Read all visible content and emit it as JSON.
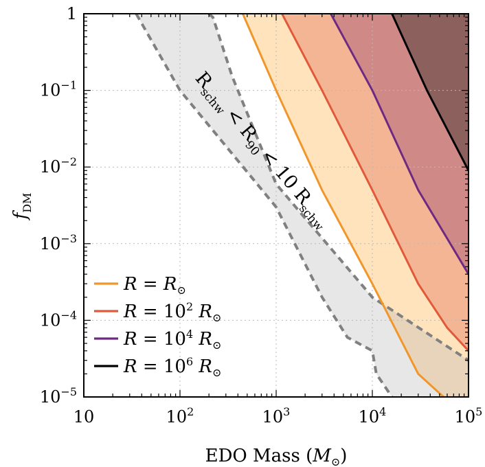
{
  "chart_data": {
    "type": "area",
    "xlabel": "EDO Mass (M⊙)",
    "xlabel_main": "EDO Mass",
    "xlabel_unit": "M",
    "ylabel": "f_DM",
    "ylabel_main": "f",
    "ylabel_sub": "DM",
    "xscale": "log",
    "yscale": "log",
    "xlim": [
      10,
      100000
    ],
    "ylim": [
      1e-05,
      1
    ],
    "grid": true,
    "legend_position": "lower-left",
    "x_ticks": [
      {
        "value": 10,
        "base": "10",
        "exp": ""
      },
      {
        "value": 100,
        "base": "10",
        "exp": "2"
      },
      {
        "value": 1000,
        "base": "10",
        "exp": "3"
      },
      {
        "value": 10000,
        "base": "10",
        "exp": "4"
      },
      {
        "value": 100000,
        "base": "10",
        "exp": "5"
      }
    ],
    "y_ticks": [
      {
        "value": 1,
        "base": "1",
        "exp": ""
      },
      {
        "value": 0.1,
        "base": "10",
        "exp": "−1"
      },
      {
        "value": 0.01,
        "base": "10",
        "exp": "−2"
      },
      {
        "value": 0.001,
        "base": "10",
        "exp": "−3"
      },
      {
        "value": 0.0001,
        "base": "10",
        "exp": "−4"
      },
      {
        "value": 1e-05,
        "base": "10",
        "exp": "−5"
      }
    ],
    "series": [
      {
        "name": "R = R⊙",
        "legend_label": "R = R",
        "legend_exp": "",
        "color": "#f0962a",
        "fill": "#ffe3bd",
        "x": [
          450,
          1000,
          3000,
          10000,
          30000,
          55000
        ],
        "y": [
          1,
          0.1,
          0.005,
          0.0003,
          2e-05,
          1e-05
        ]
      },
      {
        "name": "R = 10² R⊙",
        "legend_label": "R = 10",
        "legend_exp": "2",
        "color": "#e05a3a",
        "fill": "#f4b595",
        "x": [
          1150,
          3000,
          10000,
          30000,
          60000,
          100000
        ],
        "y": [
          1,
          0.1,
          0.005,
          0.0003,
          8e-05,
          4e-05
        ]
      },
      {
        "name": "R = 10⁴ R⊙",
        "legend_label": "R = 10",
        "legend_exp": "4",
        "color": "#6e2a82",
        "fill": "#cf8a87",
        "x": [
          3700,
          10000,
          30000,
          100000
        ],
        "y": [
          1,
          0.1,
          0.005,
          0.0004
        ]
      },
      {
        "name": "R = 10⁶ R⊙",
        "legend_label": "R = 10",
        "legend_exp": "6",
        "color": "#000000",
        "fill": "#8c605c",
        "x": [
          16000,
          37000,
          100000
        ],
        "y": [
          1,
          0.1,
          0.009
        ]
      }
    ],
    "region": {
      "label": "R_schw < R_90 < 10 R_schw",
      "parts": [
        "R",
        "schw",
        "< R",
        "90",
        "< 10 R",
        "schw"
      ],
      "fill": "#e7e7e7",
      "edge_color": "#808080",
      "upper_x": [
        200,
        220,
        350,
        1000,
        10000,
        100000
      ],
      "upper_y": [
        1,
        0.9,
        0.15,
        0.006,
        0.0002,
        3e-05
      ],
      "lower_x": [
        35,
        100,
        1000,
        3000,
        5500,
        10000,
        11000,
        16000
      ],
      "lower_y": [
        1,
        0.1,
        0.003,
        0.0002,
        6e-05,
        4e-05,
        2e-05,
        1e-05
      ]
    }
  }
}
